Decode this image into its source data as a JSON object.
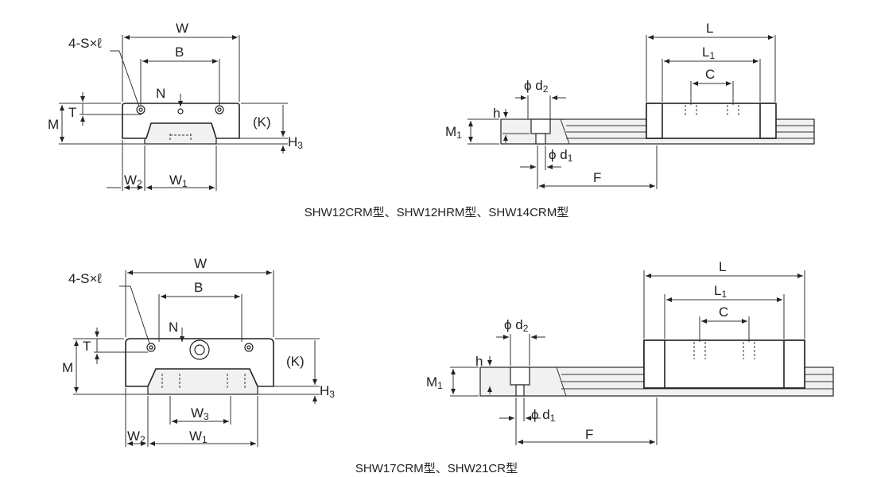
{
  "diagram1": {
    "caption": "SHW12CRM型、SHW12HRM型、SHW14CRM型",
    "labels": {
      "W": "W",
      "S": "4-S×ℓ",
      "B": "B",
      "N": "N",
      "T": "T",
      "M": "M",
      "K": "(K)",
      "H3": "H",
      "H3_sub": "3",
      "W2": "W",
      "W2_sub": "2",
      "W1": "W",
      "W1_sub": "1",
      "L": "L",
      "L1": "L",
      "L1_sub": "1",
      "C": "C",
      "d2": "ϕ d",
      "d2_sub": "2",
      "h": "h",
      "M1": "M",
      "M1_sub": "1",
      "d1": "ϕ d",
      "d1_sub": "1",
      "F": "F"
    }
  },
  "diagram2": {
    "caption": "SHW17CRM型、SHW21CR型",
    "labels": {
      "W": "W",
      "S": "4-S×ℓ",
      "B": "B",
      "N": "N",
      "T": "T",
      "M": "M",
      "K": "(K)",
      "H3": "H",
      "H3_sub": "3",
      "W3": "W",
      "W3_sub": "3",
      "W2": "W",
      "W2_sub": "2",
      "W1": "W",
      "W1_sub": "1",
      "L": "L",
      "L1": "L",
      "L1_sub": "1",
      "C": "C",
      "d2": "ϕ d",
      "d2_sub": "2",
      "h": "h",
      "M1": "M",
      "M1_sub": "1",
      "d1": "ϕ d",
      "d1_sub": "1",
      "F": "F"
    }
  }
}
